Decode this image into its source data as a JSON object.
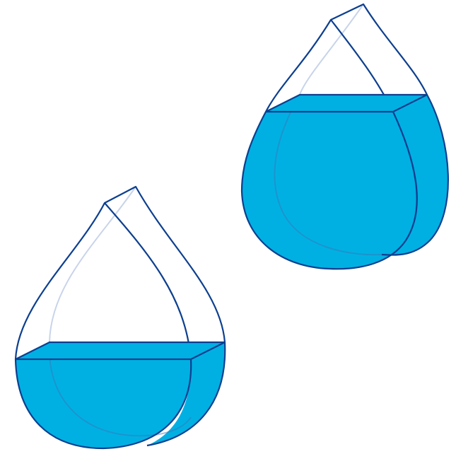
{
  "colors": {
    "outline": "#0d3f8f",
    "water": "#00b0e3",
    "hidden_edge": "#c8d4ea",
    "background": "#ffffff"
  },
  "figures": [
    {
      "name": "drop-3d-lower",
      "fill_level": "low"
    },
    {
      "name": "drop-3d-upper",
      "fill_level": "high"
    }
  ]
}
